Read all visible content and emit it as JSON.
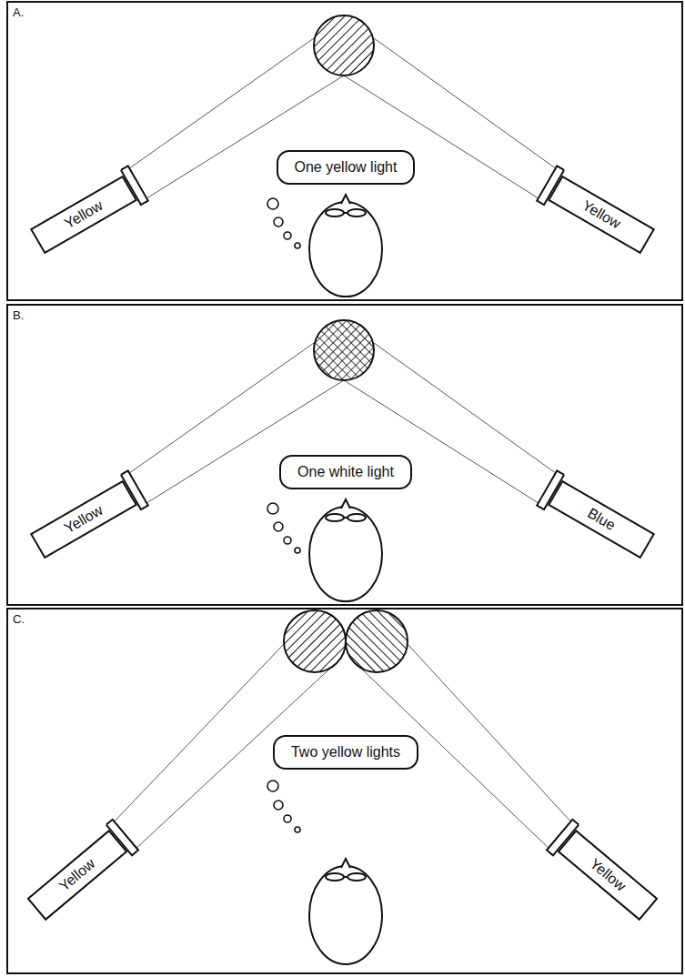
{
  "diagram": {
    "nodes": [
      {
        "text": [
          "Yellow"
        ]
      },
      {
        "text": [
          "One yellow light"
        ]
      },
      {
        "text": [
          "Yellow"
        ]
      },
      {
        "text": [
          "Yellow"
        ]
      },
      {
        "text": [
          "One white light"
        ]
      },
      {
        "text": [
          "Blue"
        ]
      },
      {
        "text": [
          "Yellow"
        ]
      },
      {
        "text": [
          "Two yellow lights"
        ]
      },
      {
        "text": [
          "Yellow"
        ]
      }
    ],
    "labels": [
      "A.",
      "B.",
      "C."
    ]
  }
}
